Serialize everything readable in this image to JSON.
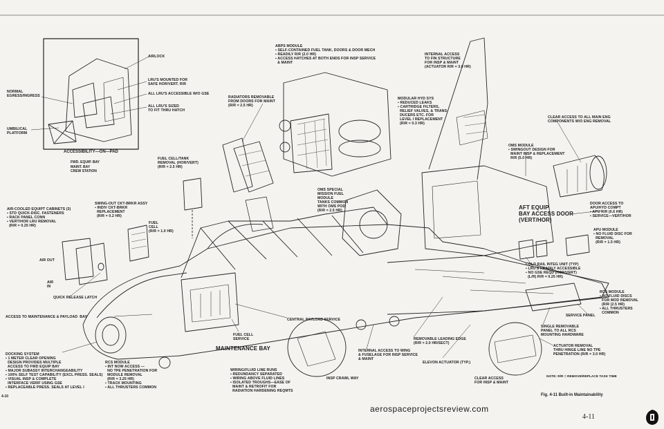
{
  "inset": {
    "labels": {
      "airlock": "AIRLOCK",
      "lrus_mounted": "LRU's MOUNTED FOR\nSAFE HOR/VERT. R/R",
      "lrus_accessible": "ALL LRU's ACCESSIBLE W/O GSE",
      "lrus_sized": "ALL LRU's SIZED\nTO FIT THRU HATCH",
      "normal_egress": "NORMAL\nEGRESS/INGRESS",
      "umbilical": "UMBILICAL\nPLATFORM"
    },
    "title": "ACCESSIBILITY—ON—PAD",
    "list": [
      "FWD. EQUIP. BAY",
      "MAINT. BAY",
      "CREW STATION"
    ]
  },
  "callouts": {
    "abps": "ABPS MODULE\n▪ SELF-CONTAINED FUEL TANK, DOORS & DOOR MECH\n▪ READILY R/R (2.0 HR)\n▪ ACCESS HATCHES AT BOTH ENDS FOR INSP SERVICE\n  & MAINT",
    "internal_fin": "INTERNAL ACCESS\nTO FIN STRUCTURE\nFOR INSP & MAINT\n(ACTUATOR R/R = 3.0 HR)",
    "radiators": "RADIATORS REMOVABLE\nFROM DOORS FOR MAINT\n(R/R = 2.5 HR)",
    "modular_hyd": "MODULAR HYD SYS\n▪ REDUCED LEAKS\n▪ CARTRIDGE FILTERS,\n  RELIEF VALVES, & TRANS-\n  DUCERS ETC. FOR\n  LEVEL I REPLACEMENT\n  (R/R = 0.3 HR)",
    "clear_access": "CLEAR ACCESS TO ALL MAIN ENG\nCOMPONENTS W/O ENG REMOVAL",
    "oms_module": "OMS MODULE\n▪ SWINGOUT DESIGN FOR\n  MAINT INSP & REPLACEMENT\n  R/R (5.0 HR)",
    "fuel_cell_tank": "FUEL CELL/TANK\nREMOVAL (HOR/VERT)\n(R/R = 2.5 HR)",
    "oms_special": "OMS SPECIAL\nMISSION FUEL\nMODULE\nTANKS COMMON\nWITH OMS POD\n(R/R = 2.5 HR)",
    "swing_out": "SWING-OUT CKT-BRKR ASSY\n▪ INDIV CKT-BRKR\n  REPLACEMENT\n  (R/R = 0.2 HR)",
    "door_access": "DOOR ACCESS TO\nAPU/HYD COMPT\n▪ APU R/R (0.6 HR)\n▪ SERVICE—VERT/HOR",
    "aft_equip": "AFT EQUIP\nBAY ACCESS DOOR\n(VERT/HOR)",
    "air_cooled": "AIR-COOLED EQUIPT CABINETS (3)\n▪ STD QUICK-DISC. FASTENERS\n▪ RACK PANEL CONN\n▪ VERT/HOR LRU REMOVAL\n  (R/R = 0.25 HR)",
    "fuel_cell": "FUEL\nCELL\n(R/R = 1.0 HR)",
    "apu_module": "APU MODULE\n▪ NO FLUID DISC FOR\n  REMOVAL\n  (R/R = 1.5 HR)",
    "air_out": "AIR OUT",
    "air_in": "AIR\nIN",
    "quick_release": "QUICK RELEASE LATCH",
    "cold_rail": "COLD RAIL INTEG UNIT (TYP)\n▪ LRU's READILY ACCESSIBLE\n▪ NO GSE REQD (HOR/VERT)\n  (L/R) R/R = 0.25 HR)",
    "rcs_right": "RCS MODULE\n▪ NO FLUID DISCS\n  FOR MOD REMOVAL\n  (R/R (2.5 HR)\n▪ ALL THRUSTERS\n  COMMON",
    "access_maint_payload": "ACCESS TO MAINTENANCE & PAYLOAD  BAY",
    "central_payload": "CENTRAL PAYLOAD SERVICE",
    "fuel_cell_service": "FUEL CELL\nSERVICE",
    "maintenance_bay": "MAINTENANCE BAY",
    "service_panel": "SERVICE PANEL",
    "single_removable": "SINGLE REMOVABLE\nPANEL TO ALL RCS\nMOUNTING HARDWARE",
    "removable_edge": "REMOVABLE LEADING EDGE\n(R/R = 2.0 HR/SECT)",
    "internal_wing": "INTERNAL ACCESS TO WING\n& FUSELAGE FOR INSP SERVICE\n& MAINT",
    "actuator_removal": "ACTUATOR REMOVAL\nTHRU HINGE LINE NO TPE\nPENETRATION (R/R = 3.0 HR)",
    "docking": "DOCKING SYSTEM\n▪ 1 METER CLEAR OPENING\n  DESIGN PROVIDES MULTIPLE\n  ACCESS TO FWD EQUIP BAY\n▪ MAJOR SUBASSY INTERCHANGEABILITY\n▪ 100% SELF TEST CAPABILITY (EXCL PRESS. SEALS)\n▪ VISUAL INSP & COMPLETE\n  INTERFACE VERIF USING GSE\n▪ REPLACEABLE PRESS. SEALS AT LEVEL I",
    "rcs_left": "RCS MODULE\n▪ INT NOW ACCESS —\n  NO TPE PENETRATION FOR\n  MODULE REMOVAL\n  (R/R = 3.25 HR)\n▪ TRACK MOUNTING\n▪ ALL THRUSTERS COMMON",
    "wiring": "WIRING/FLUID LINE RUNS\n▪ REDUNDANCY SEPARATED\n▪ WIRING ABOVE FLUID LINES\n▪ ISOLATED TROUGHS—EASE OF\n  MAINT & RETROFIT FOR\n  RADIATION HARDENING REQMTS",
    "insp_crawl": "INSP CRAWL WAY",
    "elevon": "ELEVON ACTUATOR (TYP.)",
    "clear_access_insp": "CLEAR ACCESS\nFOR INSP & MAINT"
  },
  "note": "NOTE:   R/R = REMOVE/REPLACE TASK TIME",
  "figure_caption": "Fig. 4-11  Built-in Maintainability",
  "page_left": "4-10",
  "watermark": "aerospaceprojectsreview.com",
  "page_number": "4-11"
}
